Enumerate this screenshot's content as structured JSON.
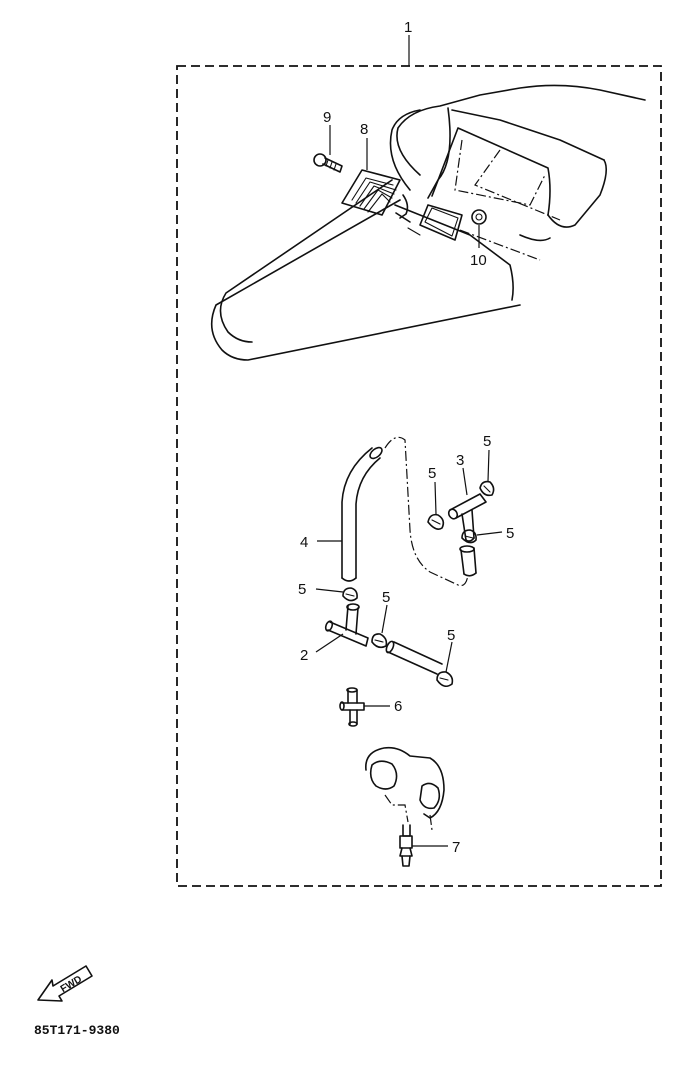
{
  "diagram": {
    "callouts": [
      {
        "id": "1",
        "label": "1"
      },
      {
        "id": "9",
        "label": "9"
      },
      {
        "id": "8",
        "label": "8"
      },
      {
        "id": "10",
        "label": "10"
      },
      {
        "id": "5a",
        "label": "5"
      },
      {
        "id": "3",
        "label": "3"
      },
      {
        "id": "5b",
        "label": "5"
      },
      {
        "id": "5c",
        "label": "5"
      },
      {
        "id": "4",
        "label": "4"
      },
      {
        "id": "5d",
        "label": "5"
      },
      {
        "id": "5e",
        "label": "5"
      },
      {
        "id": "2",
        "label": "2"
      },
      {
        "id": "5f",
        "label": "5"
      },
      {
        "id": "6",
        "label": "6"
      },
      {
        "id": "7",
        "label": "7"
      }
    ],
    "fwd_label": "FWD",
    "part_code": "85T171-9380"
  }
}
